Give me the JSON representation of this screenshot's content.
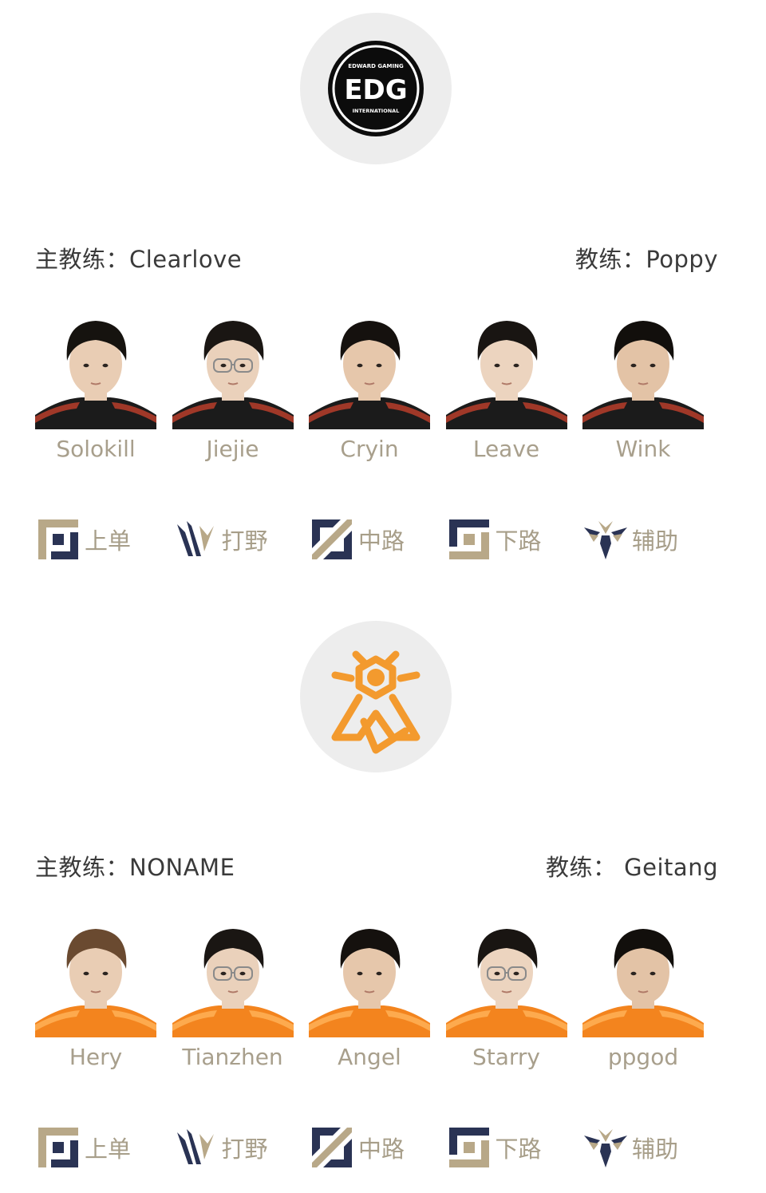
{
  "teams": [
    {
      "logo": {
        "text": "EDG",
        "top_text": "EDWARD GAMING",
        "bottom_text": "INTERNATIONAL"
      },
      "head_coach": "主教练：Clearlove",
      "coach": "教练：Poppy",
      "jersey_color": "#1b1b1b",
      "players": [
        {
          "name": "Solokill"
        },
        {
          "name": "Jiejie"
        },
        {
          "name": "Cryin"
        },
        {
          "name": "Leave"
        },
        {
          "name": "Wink"
        }
      ]
    },
    {
      "head_coach": "主教练：NONAME",
      "coach": "教练： Geitang",
      "jersey_color": "#f3841e",
      "players": [
        {
          "name": "Hery"
        },
        {
          "name": "Tianzhen"
        },
        {
          "name": "Angel"
        },
        {
          "name": "Starry"
        },
        {
          "name": "ppgod"
        }
      ]
    }
  ],
  "roles": [
    {
      "label": "上单",
      "icon": "top-lane-icon"
    },
    {
      "label": "打野",
      "icon": "jungle-icon"
    },
    {
      "label": "中路",
      "icon": "mid-lane-icon"
    },
    {
      "label": "下路",
      "icon": "bot-lane-icon"
    },
    {
      "label": "辅助",
      "icon": "support-icon"
    }
  ],
  "colors": {
    "gold": "#b8a888",
    "navy": "#2a3354",
    "omg_orange": "#f39a2e"
  }
}
